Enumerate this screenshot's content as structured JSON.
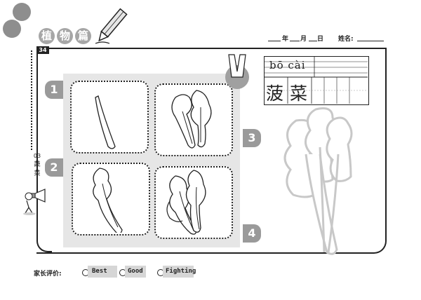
{
  "header": {
    "category": [
      "植",
      "物",
      "篇"
    ],
    "date_year": "年",
    "date_month": "月",
    "date_day": "日",
    "name_label": "姓名:"
  },
  "page_number": "34",
  "side": {
    "number": "03",
    "title": [
      "蔬",
      "菜"
    ]
  },
  "steps": [
    "1",
    "2",
    "3",
    "4"
  ],
  "word": {
    "pinyin": "bō cài",
    "characters": [
      "菠",
      "菜"
    ]
  },
  "evaluation": {
    "label": "家长评价:",
    "options": [
      "Best",
      "Good",
      "Fighting"
    ]
  }
}
